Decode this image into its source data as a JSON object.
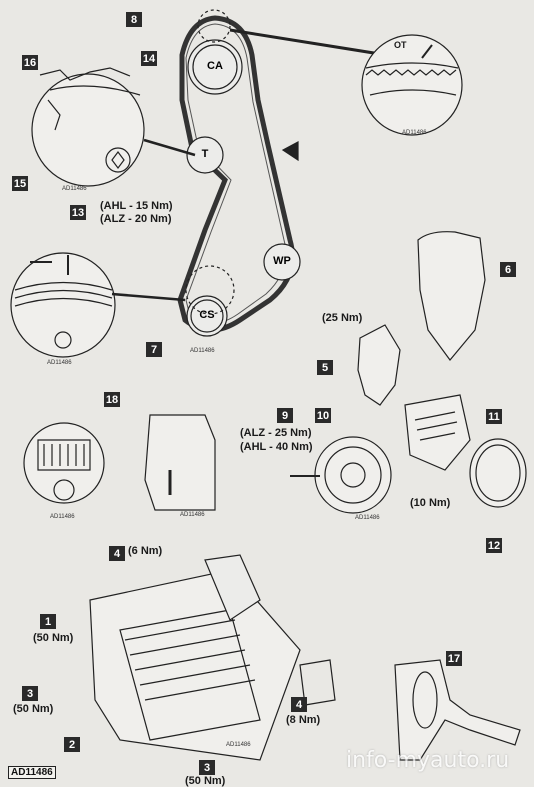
{
  "callouts": {
    "c1": "1",
    "c2": "2",
    "c3a": "3",
    "c3b": "3",
    "c4a": "4",
    "c4b": "4",
    "c5": "5",
    "c6": "6",
    "c7": "7",
    "c8": "8",
    "c9": "9",
    "c10": "10",
    "c11": "11",
    "c12": "12",
    "c13": "13",
    "c14": "14",
    "c15": "15",
    "c16": "16",
    "c17": "17",
    "c18": "18"
  },
  "pulleys": {
    "ca": "CA",
    "t": "T",
    "wp": "WP",
    "cs": "CS"
  },
  "inset_labels": {
    "ot": "OT"
  },
  "torques": {
    "t13_ahl": "(AHL - 15 Nm)",
    "t13_alz": "(ALZ - 20 Nm)",
    "t5": "(25 Nm)",
    "t9_alz": "(ALZ - 25 Nm)",
    "t9_ahl": "(AHL - 40 Nm)",
    "t11": "(10 Nm)",
    "t4a": "(6 Nm)",
    "t1": "(50 Nm)",
    "t3a": "(50 Nm)",
    "t3b": "(50 Nm)",
    "t4b": "(8 Nm)"
  },
  "figure_codes": {
    "f_top_insetcircle": "AD11486",
    "f_leftcircle": "AD11486",
    "f_belt": "AD11486",
    "f_crank": "AD11486",
    "f_cs": "AD11486",
    "f_18a": "AD11486",
    "f_18b": "AD11486",
    "f_pulley": "AD11486",
    "f_bottom": "AD11486",
    "f_main": "AD11486"
  },
  "watermark": "info-myauto.ru"
}
